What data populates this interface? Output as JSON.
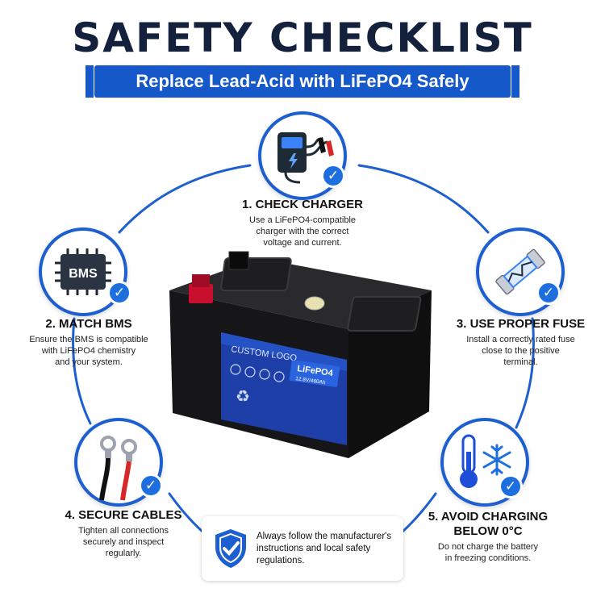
{
  "title": "SAFETY CHECKLIST",
  "subtitle": "Replace Lead-Acid with LiFePO4 Safely",
  "steps": [
    {
      "heading": "1. CHECK CHARGER",
      "lines": [
        "Use a LiFePO4-compatible",
        "charger with the correct",
        "voltage and current."
      ],
      "icon": "charger-icon"
    },
    {
      "heading": "2. MATCH BMS",
      "lines": [
        "Ensure the BMS is compatible",
        "with LiFePO4 chemistry",
        "and your system."
      ],
      "icon": "bms-chip-icon",
      "icon_text": "BMS"
    },
    {
      "heading": "3. USE PROPER FUSE",
      "lines": [
        "Install a correctly rated fuse",
        "close to the positive",
        "terminal."
      ],
      "icon": "fuse-icon"
    },
    {
      "heading": "4. SECURE CABLES",
      "lines": [
        "Tighten all connections",
        "securely and inspect",
        "regularly."
      ],
      "icon": "cables-icon"
    },
    {
      "heading_lines": [
        "5. AVOID CHARGING",
        "BELOW 0°C"
      ],
      "lines": [
        "Do not charge the battery",
        "in freezing conditions."
      ],
      "icon": "thermometer-snowflake-icon"
    }
  ],
  "note": {
    "lines": [
      "Always follow the manufacturer's",
      "instructions and local safety",
      "regulations."
    ],
    "icon": "shield-check-icon"
  },
  "battery": {
    "label_logo": "CUSTOM LOGO",
    "label_brand": "LiFePO4",
    "label_spec": "12.8V/460Ah"
  },
  "colors": {
    "accent": "#1558c9",
    "title": "#14213d",
    "check": "#1d6fe0"
  }
}
